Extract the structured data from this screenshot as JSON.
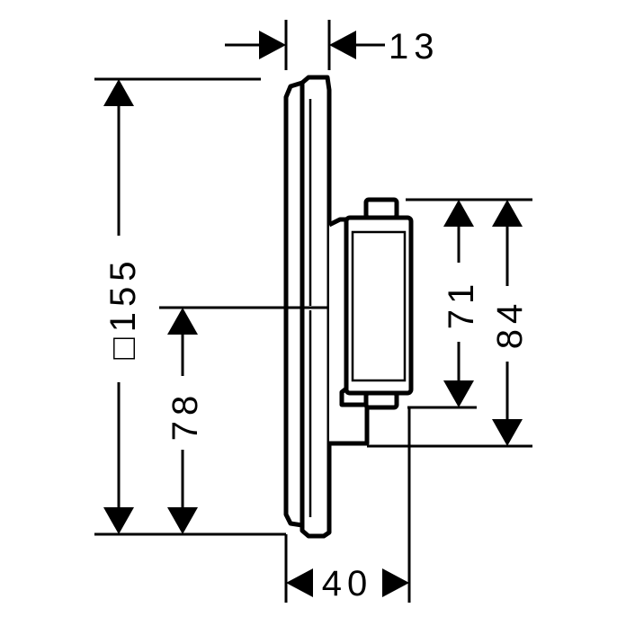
{
  "dimensions": {
    "plate_thickness": "13",
    "square_size": "155",
    "square_symbol": "□",
    "center_height": "78",
    "knob_height_inner": "71",
    "knob_height_outer": "84",
    "total_depth": "40"
  },
  "colors": {
    "line": "#000000",
    "background": "#ffffff"
  }
}
